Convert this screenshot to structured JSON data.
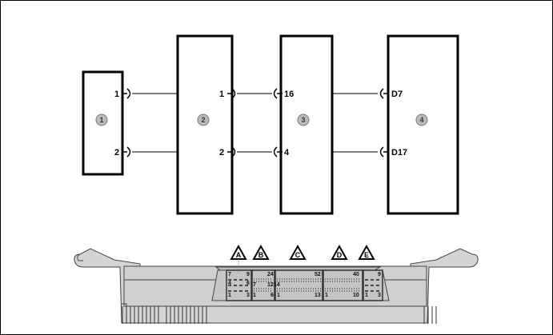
{
  "components": [
    {
      "number": "1",
      "pins": [
        "1",
        "2"
      ]
    },
    {
      "number": "2",
      "pins_left": [],
      "pins_right": [
        "1",
        "2"
      ]
    },
    {
      "number": "3",
      "pins_left": [
        "16",
        "4"
      ]
    },
    {
      "number": "4",
      "pins_left": [
        "D7",
        "D17"
      ]
    }
  ],
  "ecu": {
    "connectors": [
      {
        "letter": "A",
        "pins": [
          "7",
          "9",
          "4",
          "6",
          "1",
          "3"
        ]
      },
      {
        "letter": "B",
        "pins": [
          "24",
          "7",
          "12",
          "1",
          "6"
        ]
      },
      {
        "letter": "C",
        "pins": [
          "52",
          "14",
          "1",
          "13"
        ]
      },
      {
        "letter": "D",
        "pins": [
          "40",
          "1",
          "10"
        ]
      },
      {
        "letter": "E",
        "pins": [
          "9",
          "1",
          "3"
        ]
      }
    ]
  }
}
